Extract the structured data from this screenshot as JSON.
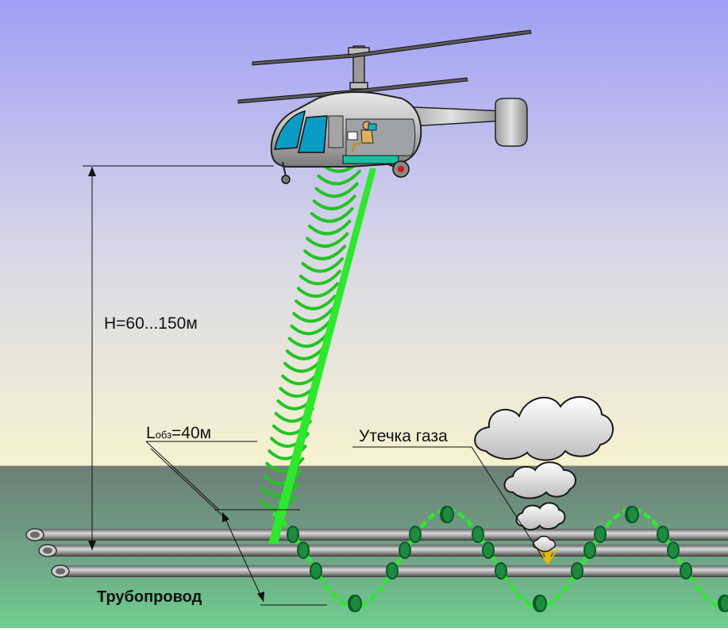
{
  "labels": {
    "height": "H=60...150м",
    "swath_main": "L",
    "swath_sub": "обз",
    "swath_value": "=40м",
    "leak": "Утечка газа",
    "pipeline": "Трубопровод"
  },
  "colors": {
    "sky_top": "#9f9ff6",
    "sky_bottom": "#f7f3cf",
    "ground_top": "#6e7f77",
    "ground_bottom": "#6fcf8f",
    "laser_green": "#2ee82e",
    "wave_green": "#24c424",
    "marker_dark": "#0a5a2a",
    "marker_fill": "#1d8a3e"
  }
}
